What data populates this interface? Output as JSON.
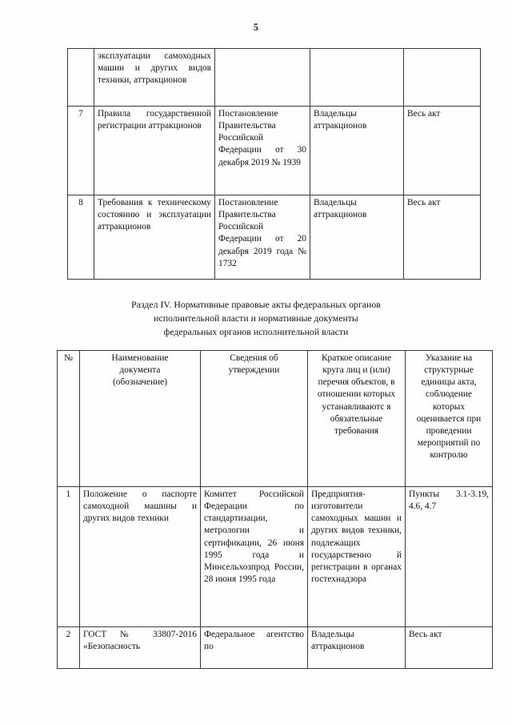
{
  "page": {
    "number": "5"
  },
  "section_heading": {
    "line1": "Раздел IV. Нормативные правовые акты федеральных органов",
    "line2": "исполнительной власти и нормативные документы",
    "line3": "федеральных органов исполнительной власти"
  },
  "table_one": {
    "rows": [
      {
        "num": "",
        "name": "эксплуатации самоходных машин и других видов техники, аттракционов",
        "approval": "",
        "scope": "",
        "units": ""
      },
      {
        "num": "7",
        "name": "Правила государственной регистрации аттракционов",
        "approval": "Постановление Правительства Российской Федерации от 30 декабря 2019 № 1939",
        "scope": "Владельцы аттракционов",
        "units": "Весь акт"
      },
      {
        "num": "8",
        "name": "Требования к техническому состоянию и эксплуатации аттракционов",
        "approval": "Постановление Правительства Российской Федерации от 20 декабря 2019 года № 1732",
        "scope": "Владельцы аттракционов",
        "units": "Весь акт"
      }
    ]
  },
  "table_two": {
    "headers": {
      "num": "№",
      "name_l1": "Наименование",
      "name_l2": "документа",
      "name_l3": "(обозначение)",
      "approval_l1": "Сведения об",
      "approval_l2": "утверждении",
      "scope": "Краткое описание круга лиц и (или) перечня объектов, в отношении которых устанавливаютс я обязательные требования",
      "units": "Указание на структурные единицы акта, соблюдение которых оценивается при проведении мероприятий по контролю"
    },
    "rows": [
      {
        "num": "1",
        "name": "Положение о паспорте самоходной машины и других видов техники",
        "approval": "Комитет Российской Федерации по стандартизации, метрологии и сертификации, 26 июня 1995 года и Минсельхозпрод России, 28 июня 1995 года",
        "scope": "Предприятия-изготовители самоходных машин и других видов техники, подлежащих государственно й регистрации в органах гостехнадзора",
        "units": "Пункты 3.1-3.19, 4.6, 4.7"
      },
      {
        "num": "2",
        "name": "ГОСТ № 33807-2016 «Безопасность",
        "approval": "Федеральное агентство по",
        "scope": "Владельцы аттракционов",
        "units": "Весь акт"
      }
    ]
  }
}
